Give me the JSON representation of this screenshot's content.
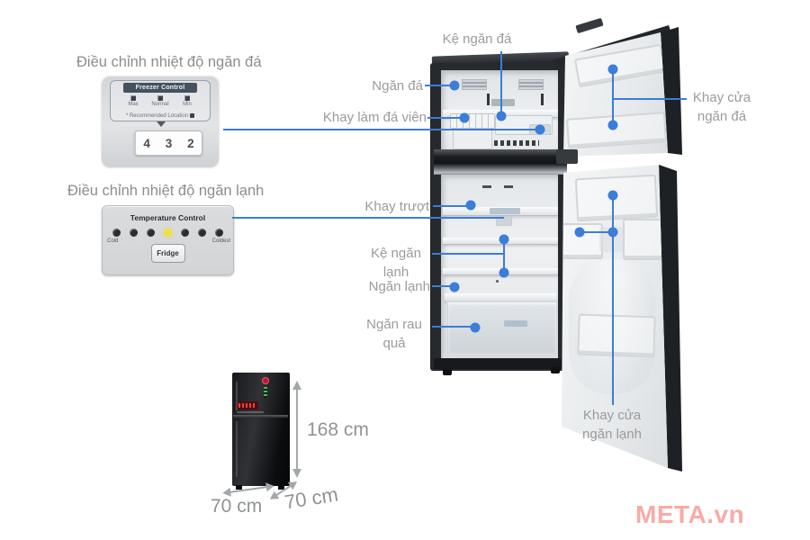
{
  "page": {
    "watermark": "META.vn"
  },
  "titles": {
    "freezer": "Điều chỉnh nhiệt độ ngăn đá",
    "fridge": "Điều chỉnh nhiệt độ ngăn lạnh"
  },
  "freezer_control": {
    "header": "Freezer Control",
    "levels": [
      "Max",
      "Normal",
      "Min"
    ],
    "recommended_note": "* Recommended Location",
    "dial_numbers": [
      "4",
      "3",
      "2"
    ]
  },
  "temperature_control": {
    "header": "Temperature Control",
    "min_label": "Cold",
    "max_label": "Coldest",
    "button_label": "Fridge",
    "dot_count": 7,
    "active_dot": 4
  },
  "callouts": {
    "ke_ngan_da": "Kệ ngăn đá",
    "ngan_da": "Ngăn đá",
    "khay_lam_da_vien": "Khay làm đá viên",
    "khay_cua_ngan_da": [
      "Khay cửa",
      "ngăn đá"
    ],
    "khay_truot": "Khay trượt",
    "ke_ngan_lanh": [
      "Kệ ngăn",
      "lạnh"
    ],
    "ngan_lanh": "Ngăn lạnh",
    "ngan_rau_qua": [
      "Ngăn rau",
      "quả"
    ],
    "khay_cua_ngan_lanh": [
      "Khay cửa",
      "ngăn lạnh"
    ]
  },
  "dimensions": {
    "height": "168 cm",
    "width": "70 cm",
    "depth": "70 cm"
  },
  "colors": {
    "callout_blue": "#3b7dd8",
    "label_gray": "#9b9b9b",
    "active_dot_yellow": "#f0e13b",
    "watermark_pink": "#f8aba6"
  }
}
